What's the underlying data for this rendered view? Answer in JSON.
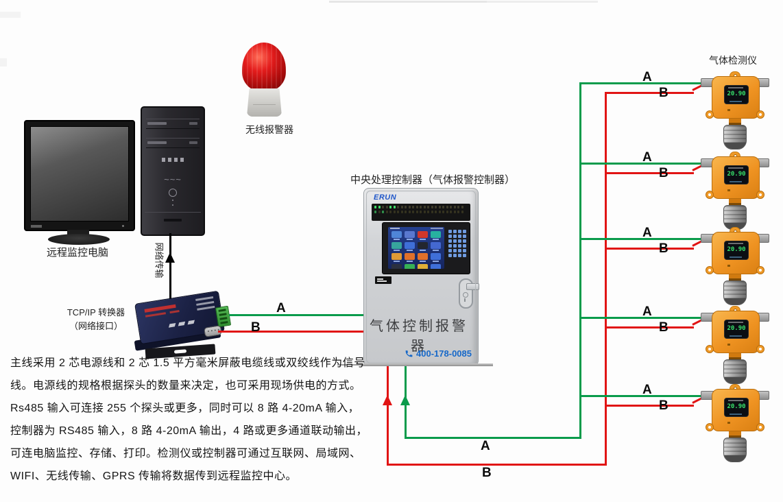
{
  "colors": {
    "wire_green": "#0a9b4b",
    "wire_red": "#e11414",
    "phone_blue": "#1668c9",
    "detector_orange": "#ef9322",
    "alarm_red": "#c41111"
  },
  "labels": {
    "remote_pc": "远程监控电脑",
    "network_transfer": "网络传输",
    "wireless_alarm": "无线报警器",
    "tcpip_converter_line1": "TCP/IP 转换器",
    "tcpip_converter_line2": "（网络接口）",
    "controller_title": "中央处理控制器（气体报警控制器）",
    "gas_detector": "气体检测仪"
  },
  "controller": {
    "brand": "ERUN",
    "device_name": "气体控制报警器",
    "phone": "400-178-0085"
  },
  "wires": {
    "a_label": "A",
    "b_label": "B"
  },
  "detector": {
    "reading": "20.90"
  },
  "description": {
    "lines": [
      "主线采用 2 芯电源线和 2 芯 1.5 平方毫米屏蔽电缆线或双绞线作为信号",
      "线。电源线的规格根据探头的数量来决定，也可采用现场供电的方式。",
      "Rs485 输入可连接 255 个探头或更多，同时可以 8 路 4-20mA 输入，",
      "控制器为 RS485 输入，8 路 4-20mA 输出，4 路或更多通道联动输出，",
      "可连电脑监控、存储、打印。检测仪或控制器可通过互联网、局域网、",
      "WIFI、无线传输、GPRS 传输将数据传到远程监控中心。"
    ]
  }
}
